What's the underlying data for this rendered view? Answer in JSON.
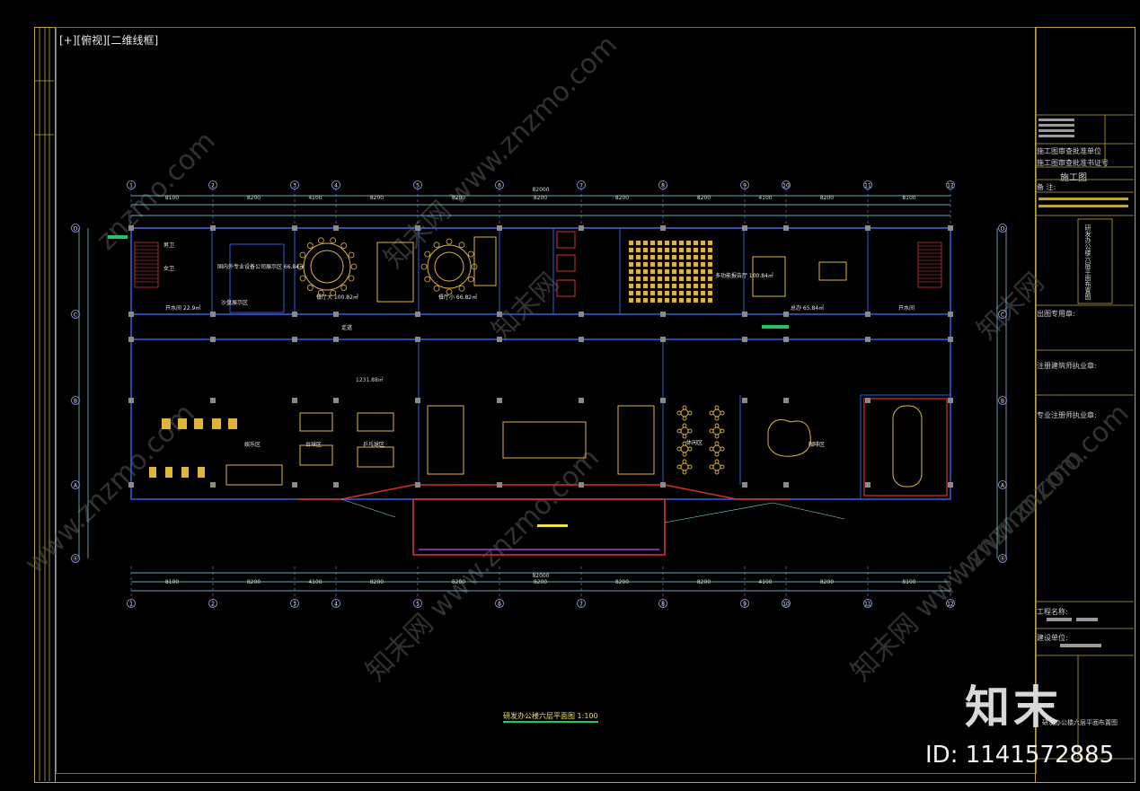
{
  "viewport": {
    "label": "[+][俯视][二维线框]"
  },
  "title_block": {
    "drawing_category": "施工图",
    "note_label": "备 注:",
    "approval_lines": [
      "施工图审查批准单位",
      "施工图审查批准书证号"
    ],
    "stamp_labels": [
      "出图专用章:",
      "注册建筑师执业章:",
      "专业注册师执业章:"
    ],
    "project_name_label": "工程名称:",
    "design_unit_label": "建设单位:",
    "sheet_title": "研发办公楼六层平面布置图"
  },
  "plan": {
    "title": "研发办公楼六层平面图 1:100",
    "grid_top": [
      "1",
      "2",
      "3",
      "4",
      "5",
      "6",
      "7",
      "8",
      "9",
      "10",
      "11",
      "12"
    ],
    "grid_side": [
      "D",
      "C",
      "B",
      "A",
      "Ⓐ"
    ],
    "dims_top_main": [
      "8100",
      "8200",
      "4100",
      "8200",
      "8200",
      "8200",
      "8200",
      "8200",
      "4100",
      "8200",
      "8100"
    ],
    "overall_dim": "82000",
    "rooms": [
      {
        "label": "男卫",
        "area": ""
      },
      {
        "label": "女卫",
        "area": ""
      },
      {
        "label": "开水间",
        "area": "22.9㎡"
      },
      {
        "label": "国内外专业设备公司展示区",
        "area": "66.84㎡"
      },
      {
        "label": "沙盘展示区",
        "area": ""
      },
      {
        "label": "餐厅大",
        "area": "100.82㎡"
      },
      {
        "label": "餐厅小",
        "area": "66.82㎡"
      },
      {
        "label": "多功能报告厅",
        "area": "100.84㎡"
      },
      {
        "label": "总办",
        "area": "65.84㎡"
      },
      {
        "label": "走道",
        "area": ""
      },
      {
        "label": "娱乐区",
        "area": ""
      },
      {
        "label": "台球区",
        "area": ""
      },
      {
        "label": "乒乓球区",
        "area": ""
      },
      {
        "label": "休闲区",
        "area": ""
      },
      {
        "label": "咖啡区",
        "area": ""
      },
      {
        "label": "开水间",
        "area": ""
      }
    ],
    "large_area": "1231.88㎡"
  },
  "watermark": {
    "text": "www.znzmo.com",
    "brand": "知末网"
  },
  "brand": {
    "logo": "知末",
    "id": "ID: 1141572885"
  },
  "colors": {
    "frame": "#bba53a",
    "wall": "#2f5bd8",
    "furniture": "#e0b43a",
    "dim": "#7fe3f0",
    "grid": "#8fa8ff"
  }
}
